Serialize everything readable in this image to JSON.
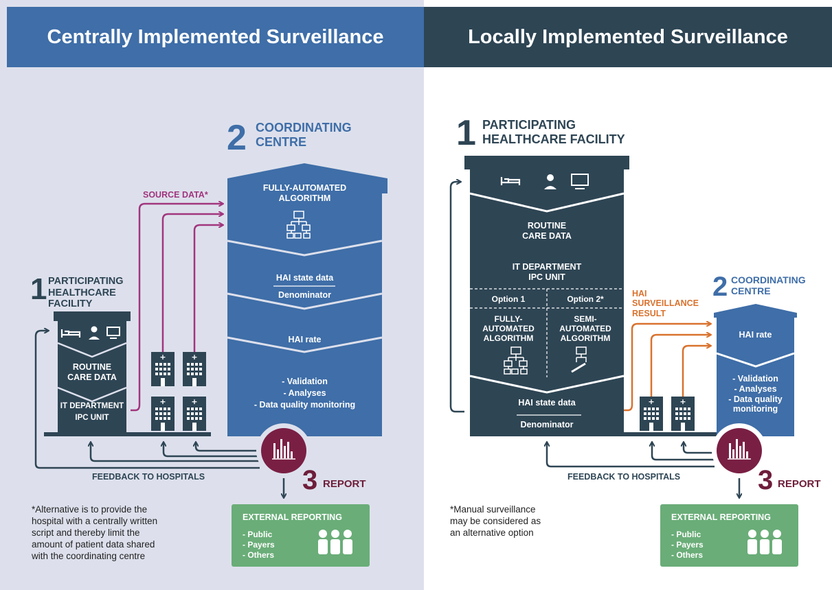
{
  "left": {
    "header": "Centrally Implemented Surveillance",
    "coord": {
      "number": "2",
      "title_line1": "COORDINATING",
      "title_line2": "CENTRE",
      "algo_line1": "FULLY-AUTOMATED",
      "algo_line2": "ALGORITHM",
      "state_data": "HAI state data",
      "denominator": "Denominator",
      "rate": "HAI rate",
      "validation": "- Validation",
      "analyses": "- Analyses",
      "dq": "- Data quality monitoring"
    },
    "source_data": "SOURCE DATA*",
    "facility": {
      "number": "1",
      "line1": "PARTICIPATING",
      "line2": "HEALTHCARE",
      "line3": "FACILITY",
      "routine1": "ROUTINE",
      "routine2": "CARE DATA",
      "it1": "IT DEPARTMENT",
      "it2": "IPC UNIT"
    },
    "feedback": "FEEDBACK TO HOSPITALS",
    "report_number": "3",
    "report_label": "REPORT",
    "external": {
      "title": "EXTERNAL REPORTING",
      "items": [
        "- Public",
        "- Payers",
        "- Others"
      ]
    },
    "footnote_lines": [
      "*Alternative is to provide the",
      "hospital with a centrally written",
      "script and thereby limit the",
      "amount of patient data shared",
      "with the coordinating centre"
    ]
  },
  "right": {
    "header": "Locally Implemented Surveillance",
    "facility": {
      "number": "1",
      "line1": "PARTICIPATING",
      "line2": "HEALTHCARE FACILITY",
      "routine1": "ROUTINE",
      "routine2": "CARE DATA",
      "it1": "IT DEPARTMENT",
      "it2": "IPC UNIT",
      "option1": "Option 1",
      "option2": "Option 2*",
      "opt1_line1": "FULLY-",
      "opt1_line2": "AUTOMATED",
      "opt1_line3": "ALGORITHM",
      "opt2_line1": "SEMI-",
      "opt2_line2": "AUTOMATED",
      "opt2_line3": "ALGORITHM",
      "state_data": "HAI state data",
      "denominator": "Denominator"
    },
    "result_line1": "HAI",
    "result_line2": "SURVEILLANCE",
    "result_line3": "RESULT",
    "coord": {
      "number": "2",
      "title_line1": "COORDINATING",
      "title_line2": "CENTRE",
      "rate": "HAI rate",
      "validation": "- Validation",
      "analyses": "- Analyses",
      "dq1": "- Data quality",
      "dq2": "monitoring"
    },
    "feedback": "FEEDBACK TO HOSPITALS",
    "report_number": "3",
    "report_label": "REPORT",
    "external": {
      "title": "EXTERNAL REPORTING",
      "items": [
        "- Public",
        "- Payers",
        "- Others"
      ]
    },
    "footnote_lines": [
      "*Manual surveillance",
      "may be considered as",
      "an alternative option"
    ]
  },
  "colors": {
    "navy": "#2e4554",
    "blue": "#3f6ea8",
    "magenta": "#a1357e",
    "orange": "#d9722e",
    "report_maroon": "#7a1f44",
    "report_label": "#6e1d3a",
    "green": "#6aad78",
    "left_bg": "#dde0ec"
  }
}
